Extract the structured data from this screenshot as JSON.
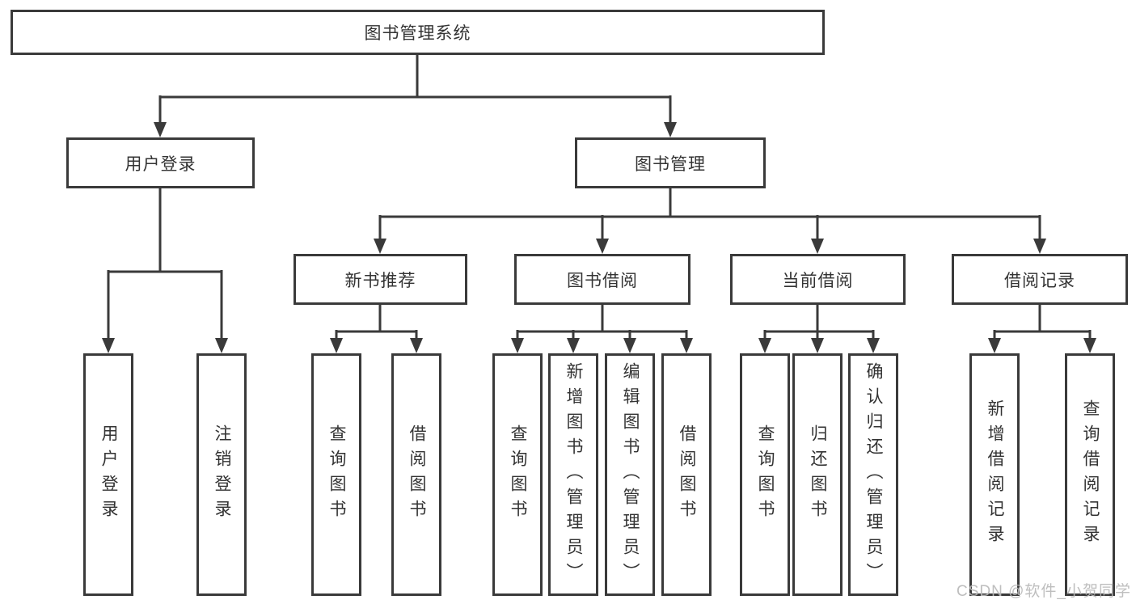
{
  "diagram_title": "图书管理系统",
  "colors": {
    "line": "#3a3a3a",
    "box_background": "#ffffff",
    "text": "#333333",
    "watermark": "#b9b9b9"
  },
  "nodes": {
    "root": "图书管理系统",
    "level2": {
      "user_login": "用户登录",
      "book_mgmt": "图书管理"
    },
    "level3": {
      "new_book_rec": "新书推荐",
      "book_borrow": "图书借阅",
      "current_borrow": "当前借阅",
      "borrow_records": "借阅记录"
    },
    "leaves": {
      "user_login": "用户登录",
      "logout": "注销登录",
      "rec_query_book": "查询图书",
      "rec_borrow_book": "借阅图书",
      "borrow_query_book": "查询图书",
      "borrow_add_book": "新增图书（管理员）",
      "borrow_edit_book": "编辑图书（管理员）",
      "borrow_borrow_book": "借阅图书",
      "current_query_book": "查询图书",
      "current_return_book": "归还图书",
      "current_confirm_return": "确认归还（管理员）",
      "records_add_record": "新增借阅记录",
      "records_query_record": "查询借阅记录"
    }
  },
  "watermark": "CSDN @软件_小贺同学"
}
